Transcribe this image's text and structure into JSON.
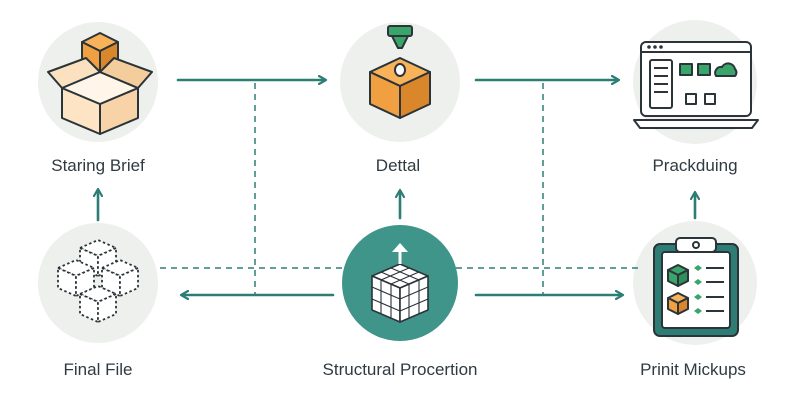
{
  "nodes": {
    "starting_brief": {
      "label": "Staring Brief"
    },
    "detail": {
      "label": "Dettal"
    },
    "packaging": {
      "label": "Prackduing"
    },
    "final_file": {
      "label": "Final File"
    },
    "structural": {
      "label": "Structural Procertion"
    },
    "print_mockups": {
      "label": "Prinit Mickups"
    }
  },
  "colors": {
    "teal": "#2e7d74",
    "teal_fill": "#3f9589",
    "orange": "#f0a040",
    "orange_dark": "#c97d22",
    "green_accent": "#3aa56a",
    "circle_bg": "#eef0ee",
    "line": "#2b3438"
  }
}
